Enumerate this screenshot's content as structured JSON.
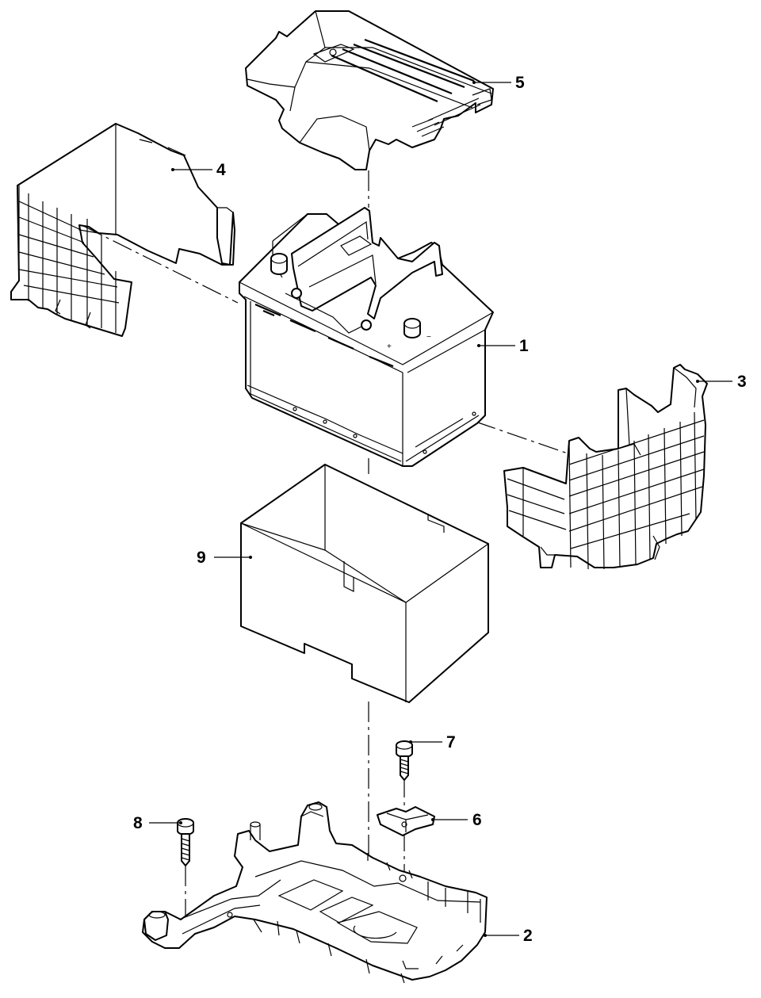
{
  "callouts": {
    "part_1": "1",
    "part_2": "2",
    "part_3": "3",
    "part_4": "4",
    "part_5": "5",
    "part_6": "6",
    "part_7": "7",
    "part_8": "8",
    "part_9": "9"
  },
  "battery_terminals": {
    "positive": "+",
    "negative": "−"
  }
}
